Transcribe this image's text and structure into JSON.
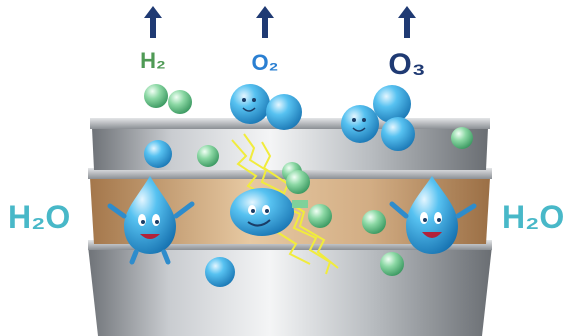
{
  "labels": {
    "h2": "H₂",
    "o2": "O₂",
    "o3": "O₃",
    "water_left": "H₂O",
    "water_right": "H₂O"
  },
  "icons": {
    "arrow": "up-arrow-icon",
    "droplet": "water-droplet-mascot-icon",
    "molecule": "water-molecule-mascot-icon"
  },
  "colors": {
    "arrow": "#1f3a73",
    "h2_text": "#4f9a55",
    "o2_text": "#2a7fd2",
    "o3_text": "#1f3a73",
    "water_text": "#48b8c8",
    "plate": "#9ea3a8",
    "membrane": "#c49a6c",
    "hydrogen_bubble": "#7fd19a",
    "oxygen_bubble": "#3fb0ea",
    "spark": "#f1ec3c"
  }
}
